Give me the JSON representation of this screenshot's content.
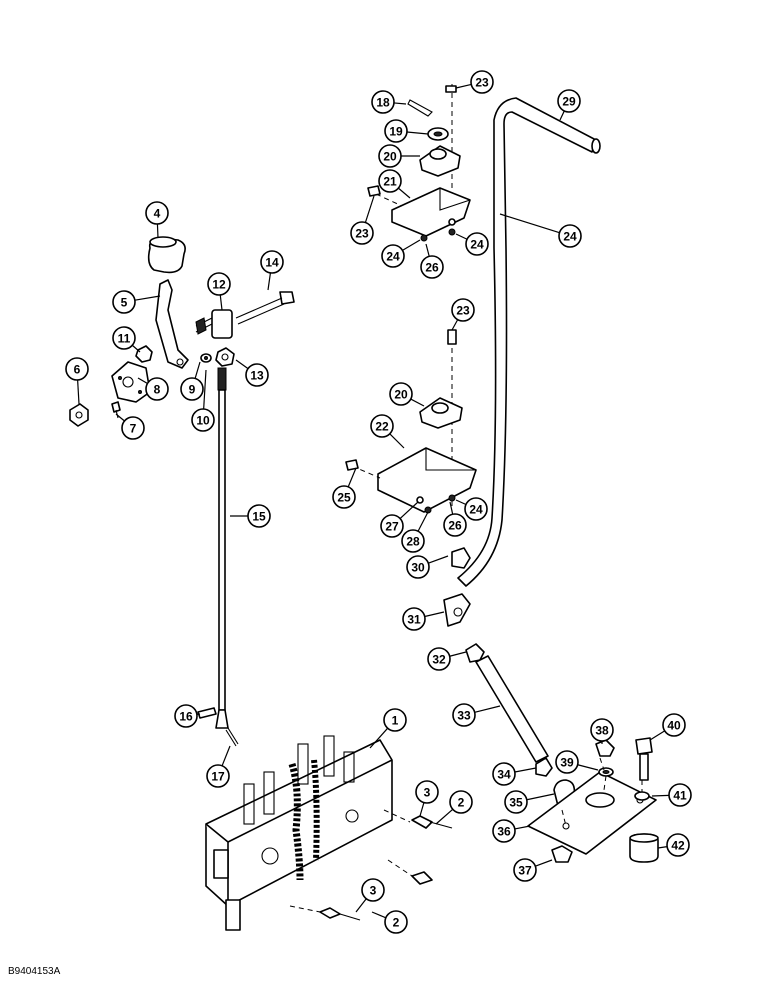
{
  "figure_id": "B9404153A",
  "callouts": [
    {
      "n": "1"
    },
    {
      "n": "2"
    },
    {
      "n": "2"
    },
    {
      "n": "3"
    },
    {
      "n": "3"
    },
    {
      "n": "4"
    },
    {
      "n": "5"
    },
    {
      "n": "6"
    },
    {
      "n": "7"
    },
    {
      "n": "8"
    },
    {
      "n": "9"
    },
    {
      "n": "10"
    },
    {
      "n": "11"
    },
    {
      "n": "12"
    },
    {
      "n": "13"
    },
    {
      "n": "14"
    },
    {
      "n": "15"
    },
    {
      "n": "16"
    },
    {
      "n": "17"
    },
    {
      "n": "18"
    },
    {
      "n": "19"
    },
    {
      "n": "20"
    },
    {
      "n": "20"
    },
    {
      "n": "21"
    },
    {
      "n": "22"
    },
    {
      "n": "23"
    },
    {
      "n": "23"
    },
    {
      "n": "23"
    },
    {
      "n": "24"
    },
    {
      "n": "24"
    },
    {
      "n": "24"
    },
    {
      "n": "24"
    },
    {
      "n": "25"
    },
    {
      "n": "26"
    },
    {
      "n": "26"
    },
    {
      "n": "27"
    },
    {
      "n": "28"
    },
    {
      "n": "29"
    },
    {
      "n": "30"
    },
    {
      "n": "31"
    },
    {
      "n": "32"
    },
    {
      "n": "33"
    },
    {
      "n": "34"
    },
    {
      "n": "35"
    },
    {
      "n": "36"
    },
    {
      "n": "37"
    },
    {
      "n": "38"
    },
    {
      "n": "39"
    },
    {
      "n": "40"
    },
    {
      "n": "41"
    },
    {
      "n": "42"
    }
  ]
}
